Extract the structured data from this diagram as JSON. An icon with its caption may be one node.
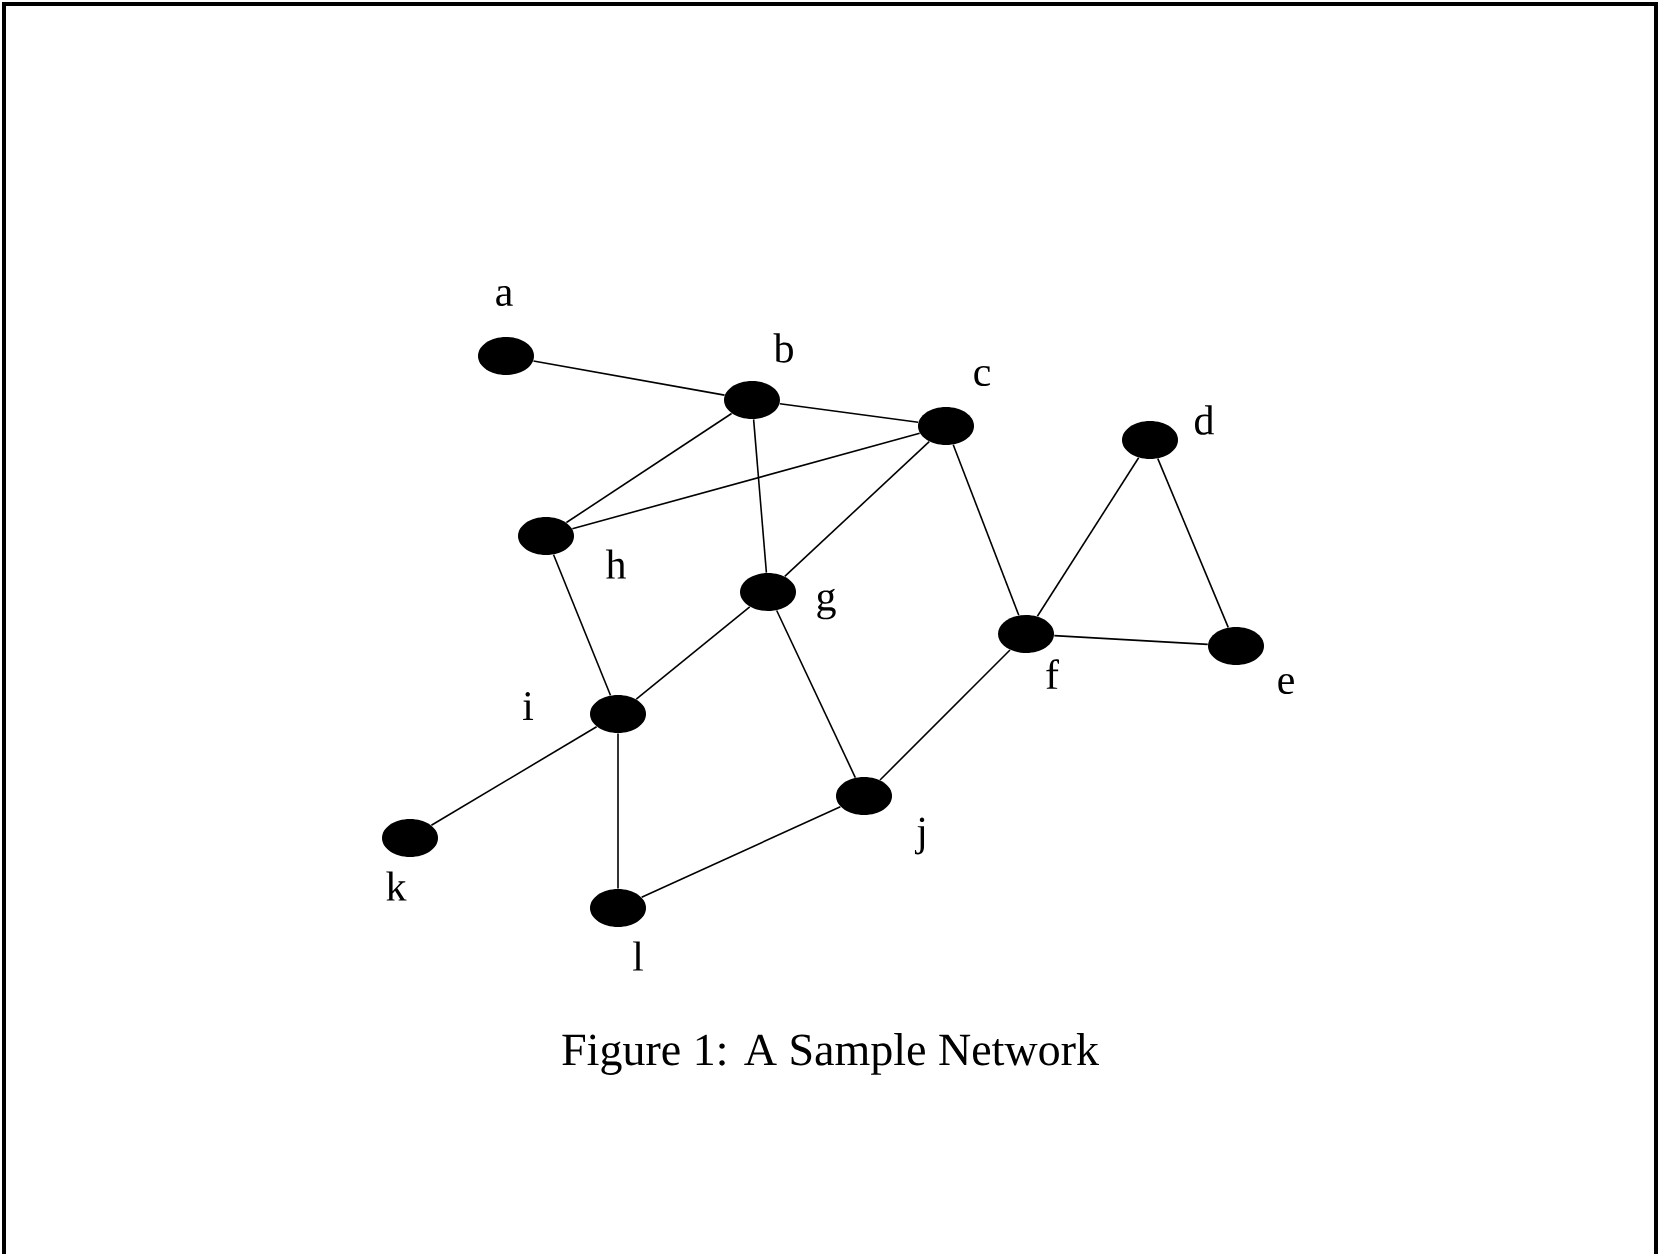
{
  "diagram": {
    "caption": "Figure 1: A Sample Network",
    "nodes": [
      {
        "text": [],
        "shape": "circle",
        "beside": [
          "a"
        ]
      },
      {
        "text": [],
        "shape": "circle",
        "beside": [
          "b"
        ]
      },
      {
        "text": [],
        "shape": "circle",
        "beside": [
          "c"
        ]
      },
      {
        "text": [],
        "shape": "circle",
        "beside": [
          "d"
        ]
      },
      {
        "text": [],
        "shape": "circle",
        "beside": [
          "e"
        ]
      },
      {
        "text": [],
        "shape": "circle",
        "beside": [
          "f"
        ]
      },
      {
        "text": [],
        "shape": "circle",
        "beside": [
          "g"
        ]
      },
      {
        "text": [],
        "shape": "circle",
        "beside": [
          "h"
        ]
      },
      {
        "text": [],
        "shape": "circle",
        "beside": [
          "i"
        ]
      },
      {
        "text": [],
        "shape": "circle",
        "beside": [
          "j"
        ]
      },
      {
        "text": [],
        "shape": "circle",
        "beside": [
          "k"
        ]
      },
      {
        "text": [],
        "shape": "circle",
        "beside": [
          "l"
        ]
      }
    ],
    "edges": [
      {
        "from": 0,
        "to": 1,
        "arrow": "none"
      },
      {
        "from": 1,
        "to": 2,
        "arrow": "none"
      },
      {
        "from": 1,
        "to": 7,
        "arrow": "none"
      },
      {
        "from": 1,
        "to": 6,
        "arrow": "none"
      },
      {
        "from": 2,
        "to": 7,
        "arrow": "none"
      },
      {
        "from": 2,
        "to": 6,
        "arrow": "none"
      },
      {
        "from": 2,
        "to": 5,
        "arrow": "none"
      },
      {
        "from": 3,
        "to": 5,
        "arrow": "none"
      },
      {
        "from": 3,
        "to": 4,
        "arrow": "none"
      },
      {
        "from": 5,
        "to": 4,
        "arrow": "none"
      },
      {
        "from": 5,
        "to": 9,
        "arrow": "none"
      },
      {
        "from": 7,
        "to": 8,
        "arrow": "none"
      },
      {
        "from": 6,
        "to": 8,
        "arrow": "none"
      },
      {
        "from": 6,
        "to": 9,
        "arrow": "none"
      },
      {
        "from": 8,
        "to": 10,
        "arrow": "none"
      },
      {
        "from": 8,
        "to": 11,
        "arrow": "none"
      },
      {
        "from": 11,
        "to": 9,
        "arrow": "none"
      }
    ]
  }
}
